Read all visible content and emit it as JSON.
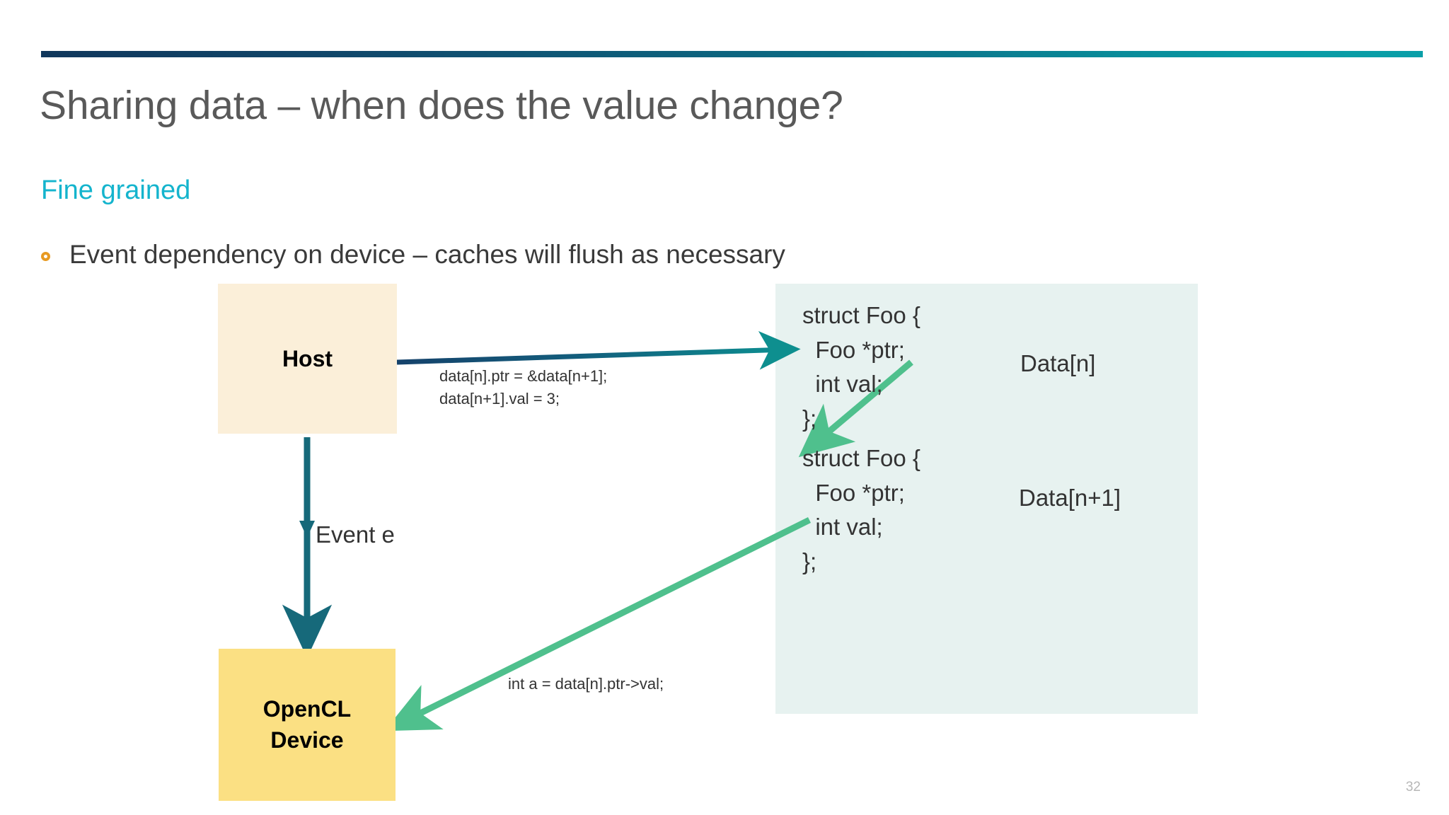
{
  "slide": {
    "title": "Sharing data – when does the value change?",
    "subtitle": "Fine grained",
    "number": "32",
    "accent_start_color": "#10375c",
    "accent_end_color": "#0a9fa8",
    "subtitle_color": "#14b4cd",
    "bullet_marker_color": "#e89a22"
  },
  "bullets": [
    {
      "marker": "hollow-circle-bullet-icon",
      "text": "Event dependency on device – caches will flush as necessary"
    }
  ],
  "diagram": {
    "boxes": [
      {
        "id": "host",
        "label": "Host",
        "color": "#fbefd9"
      },
      {
        "id": "device",
        "label": "OpenCL\nDevice",
        "color": "#fbe083"
      }
    ],
    "memory_panel": {
      "color": "#e7f2f0",
      "entries": [
        {
          "code": "struct Foo {\n  Foo *ptr;\n  int val;\n};",
          "label": "Data[n]"
        },
        {
          "code": "struct Foo {\n  Foo *ptr;\n  int val;\n};",
          "label": "Data[n+1]"
        }
      ]
    },
    "annotations": {
      "host_write": "data[n].ptr = &data[n+1];\ndata[n+1].val = 3;",
      "device_read": "int a = data[n].ptr->val;"
    },
    "edges": [
      {
        "id": "host-to-memory",
        "label": "",
        "color": "#0e7f82"
      },
      {
        "id": "host-to-device",
        "label": "Event e",
        "color": "#16697a"
      },
      {
        "id": "memory-ptr-link",
        "label": "",
        "color": "#4fc08d"
      },
      {
        "id": "memory-to-device",
        "label": "",
        "color": "#4fc08d"
      }
    ]
  }
}
